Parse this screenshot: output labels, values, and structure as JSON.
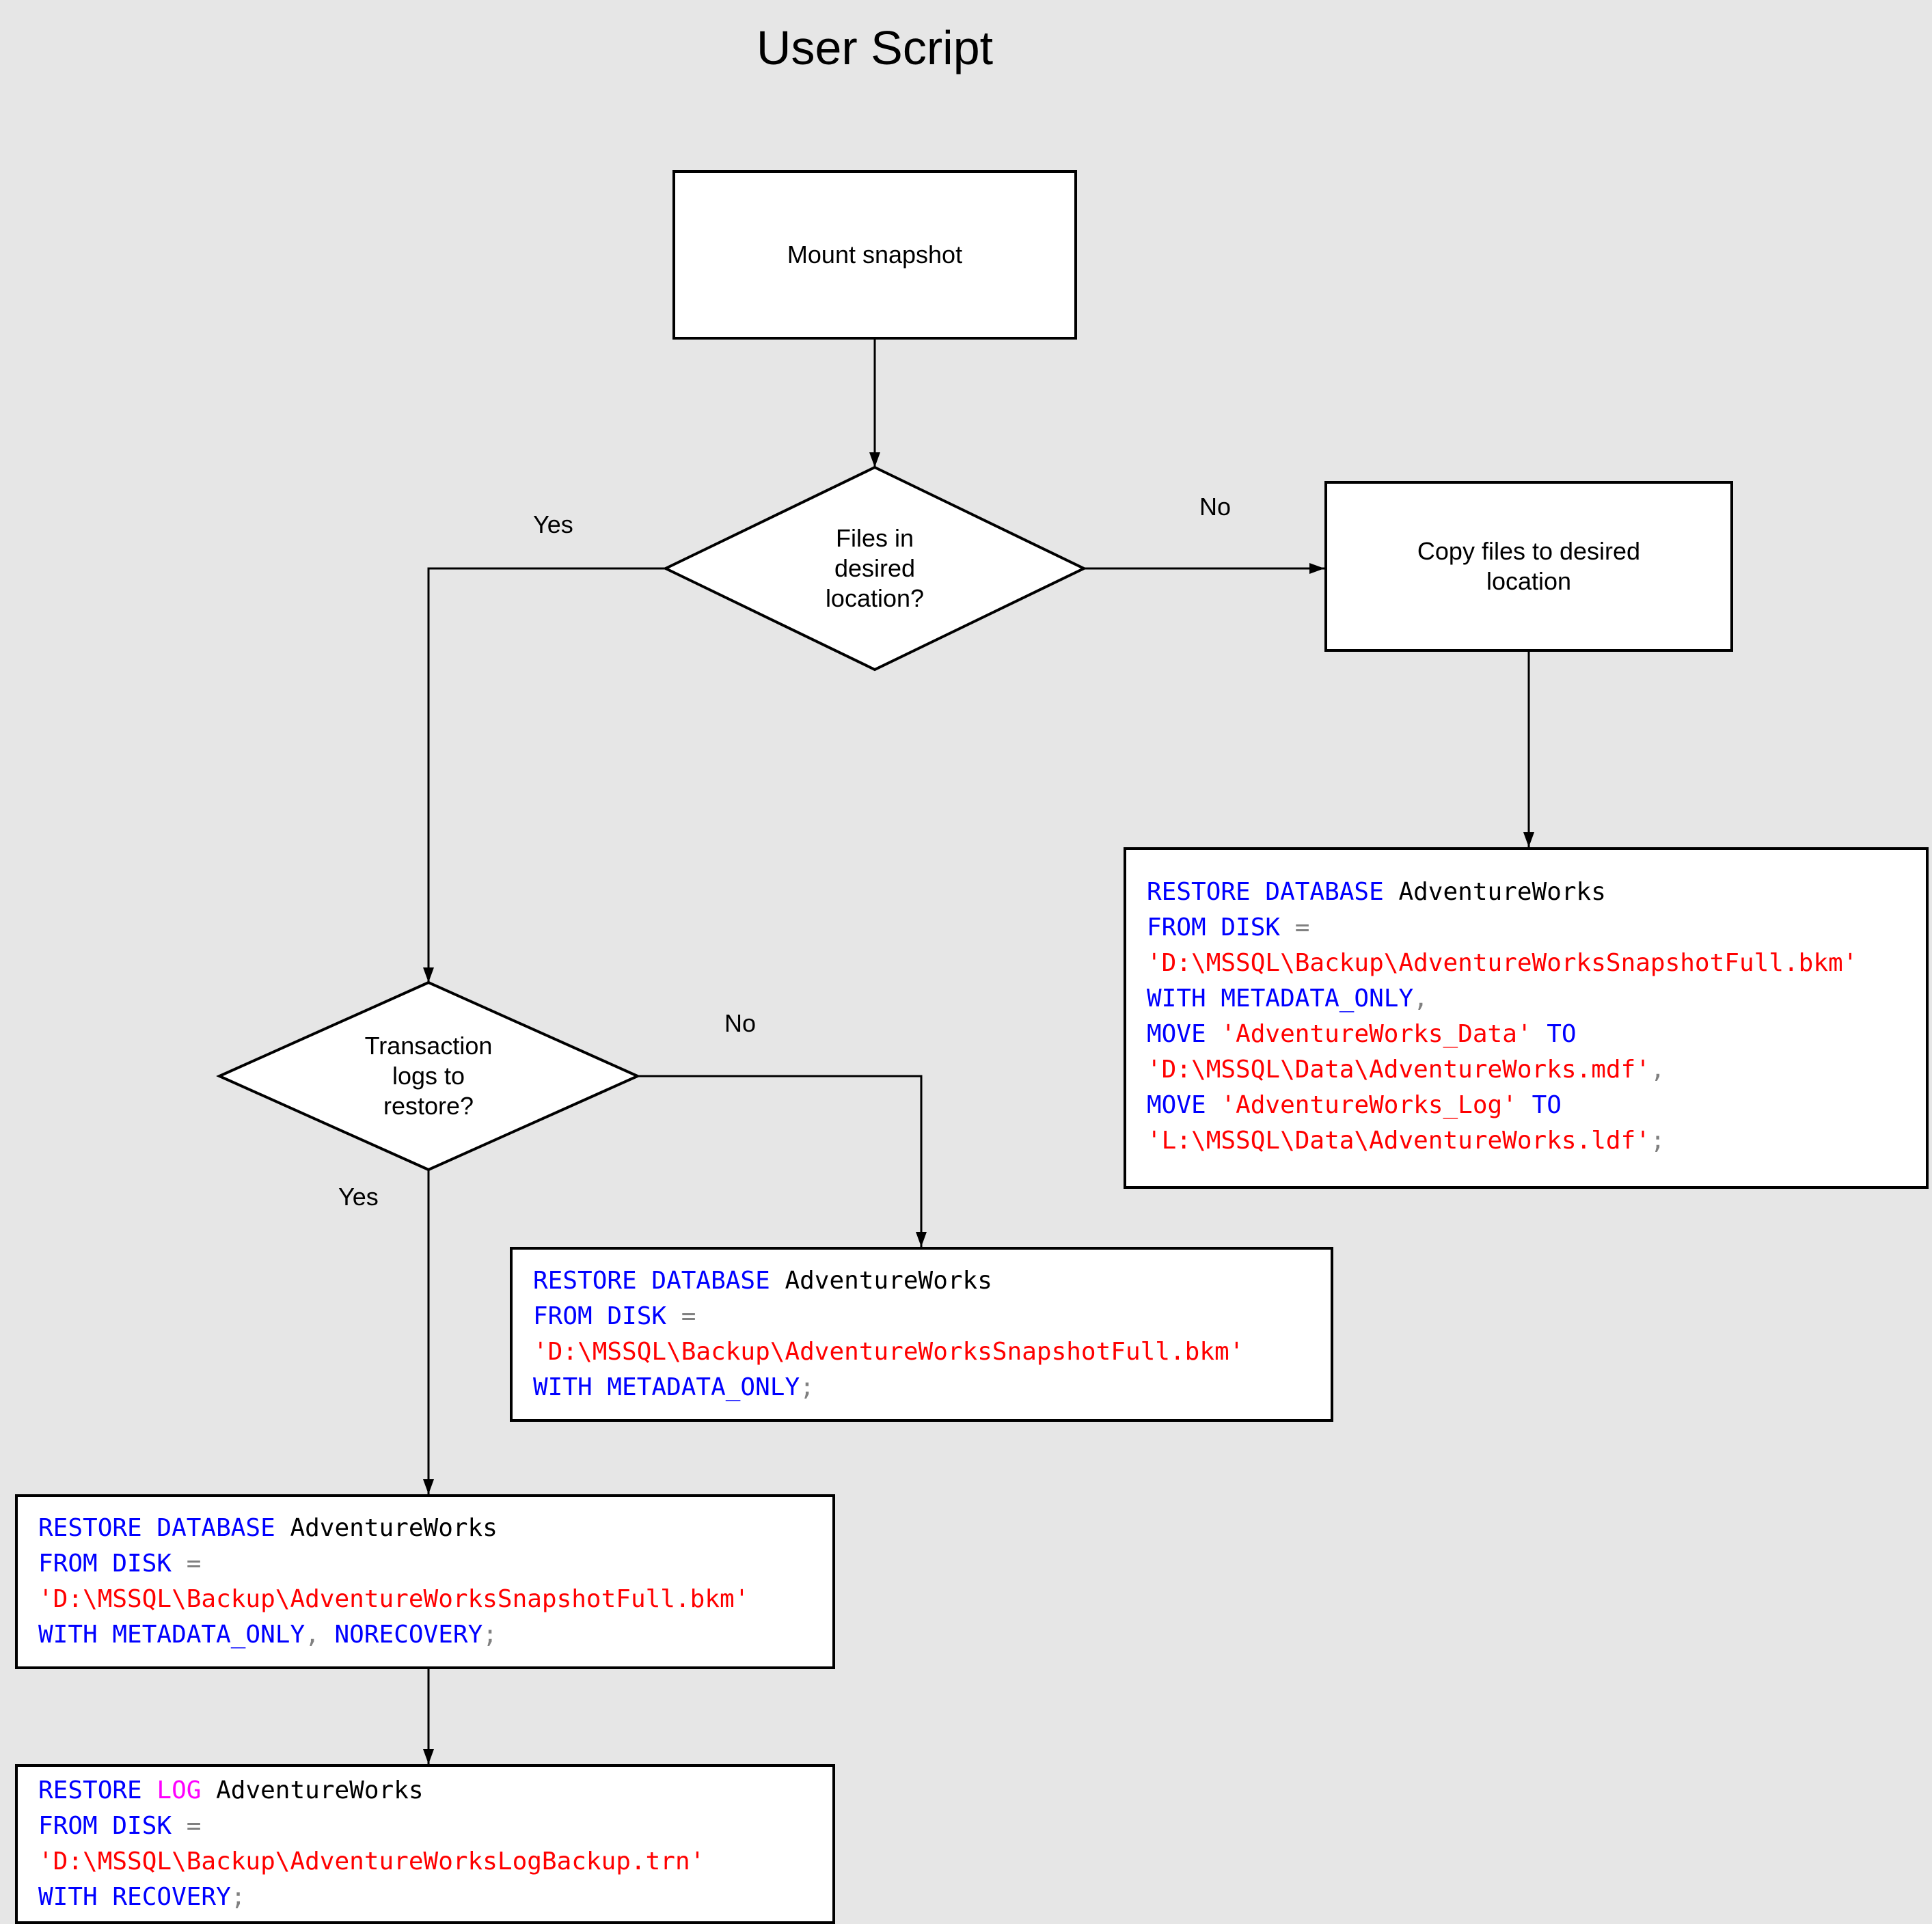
{
  "title": "User Script",
  "nodes": {
    "mount": {
      "label": "Mount snapshot"
    },
    "files_decision": {
      "label": "Files in desired location?"
    },
    "copy": {
      "label": "Copy files to desired location"
    },
    "logs_decision": {
      "label": "Transaction logs to restore?"
    }
  },
  "labels": {
    "no_files": "No",
    "yes_files": "Yes",
    "no_logs": "No",
    "yes_logs": "Yes"
  },
  "colors": {
    "keyword": "#0000ff",
    "string": "#ff0000",
    "operator": "#808080",
    "log": "#ff00ff",
    "text": "#000000",
    "bg": "#e6e6e6",
    "fill": "#ffffff",
    "border": "#000000"
  },
  "code_boxes": {
    "restore_move": {
      "lines": [
        [
          {
            "t": "RESTORE DATABASE",
            "c": "kw"
          },
          {
            "t": " AdventureWorks",
            "c": "id"
          }
        ],
        [
          {
            "t": "FROM DISK",
            "c": "kw"
          },
          {
            "t": " ",
            "c": "id"
          },
          {
            "t": "=",
            "c": "op"
          }
        ],
        [
          {
            "t": "'D:\\MSSQL\\Backup\\AdventureWorksSnapshotFull.bkm'",
            "c": "str"
          }
        ],
        [
          {
            "t": "WITH METADATA_ONLY",
            "c": "kw"
          },
          {
            "t": ",",
            "c": "op"
          }
        ],
        [
          {
            "t": "MOVE",
            "c": "kw"
          },
          {
            "t": " ",
            "c": "id"
          },
          {
            "t": "'AdventureWorks_Data'",
            "c": "str"
          },
          {
            "t": " ",
            "c": "id"
          },
          {
            "t": "TO",
            "c": "kw"
          }
        ],
        [
          {
            "t": "'D:\\MSSQL\\Data\\AdventureWorks.mdf'",
            "c": "str"
          },
          {
            "t": ",",
            "c": "op"
          }
        ],
        [
          {
            "t": "MOVE",
            "c": "kw"
          },
          {
            "t": " ",
            "c": "id"
          },
          {
            "t": "'AdventureWorks_Log'",
            "c": "str"
          },
          {
            "t": " ",
            "c": "id"
          },
          {
            "t": "TO",
            "c": "kw"
          }
        ],
        [
          {
            "t": "'L:\\MSSQL\\Data\\AdventureWorks.ldf'",
            "c": "str"
          },
          {
            "t": ";",
            "c": "op"
          }
        ]
      ]
    },
    "restore_simple": {
      "lines": [
        [
          {
            "t": "RESTORE DATABASE",
            "c": "kw"
          },
          {
            "t": " AdventureWorks",
            "c": "id"
          }
        ],
        [
          {
            "t": "FROM DISK",
            "c": "kw"
          },
          {
            "t": " ",
            "c": "id"
          },
          {
            "t": "=",
            "c": "op"
          }
        ],
        [
          {
            "t": "'D:\\MSSQL\\Backup\\AdventureWorksSnapshotFull.bkm'",
            "c": "str"
          }
        ],
        [
          {
            "t": "WITH METADATA_ONLY",
            "c": "kw"
          },
          {
            "t": ";",
            "c": "op"
          }
        ]
      ]
    },
    "restore_norecovery": {
      "lines": [
        [
          {
            "t": "RESTORE DATABASE",
            "c": "kw"
          },
          {
            "t": " AdventureWorks",
            "c": "id"
          }
        ],
        [
          {
            "t": "FROM DISK",
            "c": "kw"
          },
          {
            "t": " ",
            "c": "id"
          },
          {
            "t": "=",
            "c": "op"
          }
        ],
        [
          {
            "t": "'D:\\MSSQL\\Backup\\AdventureWorksSnapshotFull.bkm'",
            "c": "str"
          }
        ],
        [
          {
            "t": "WITH METADATA_ONLY",
            "c": "kw"
          },
          {
            "t": ", ",
            "c": "op"
          },
          {
            "t": "NORECOVERY",
            "c": "kw"
          },
          {
            "t": ";",
            "c": "op"
          }
        ]
      ]
    },
    "restore_log": {
      "lines": [
        [
          {
            "t": "RESTORE",
            "c": "kw"
          },
          {
            "t": " ",
            "c": "id"
          },
          {
            "t": "LOG",
            "c": "log"
          },
          {
            "t": " AdventureWorks",
            "c": "id"
          }
        ],
        [
          {
            "t": "FROM DISK",
            "c": "kw"
          },
          {
            "t": " ",
            "c": "id"
          },
          {
            "t": "=",
            "c": "op"
          }
        ],
        [
          {
            "t": "'D:\\MSSQL\\Backup\\AdventureWorksLogBackup.trn'",
            "c": "str"
          }
        ],
        [
          {
            "t": "WITH RECOVERY",
            "c": "kw"
          },
          {
            "t": ";",
            "c": "op"
          }
        ]
      ]
    }
  }
}
